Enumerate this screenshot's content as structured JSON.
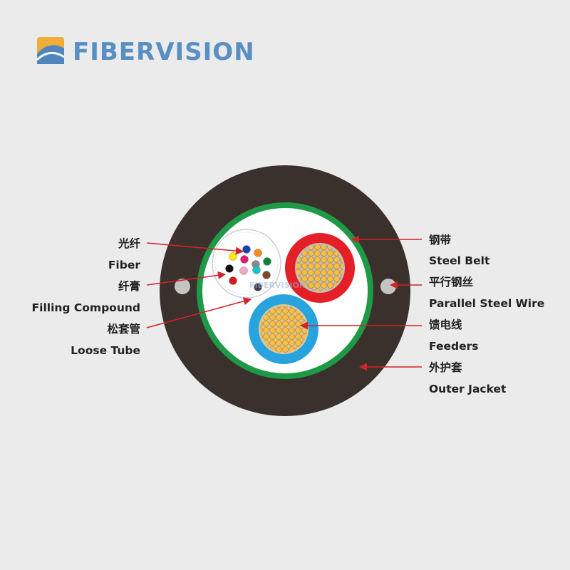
{
  "brand": {
    "name": "FIBERVISION",
    "colors": {
      "logo_gold": "#f0ad3a",
      "logo_blue": "#4f86bd",
      "text_blue": "#5a8fc3"
    }
  },
  "watermark": "FIBERVISION",
  "colors": {
    "outer_jacket": "#3a302c",
    "steel_belt": "#1e9a46",
    "inner_fill": "#ffffff",
    "parallel_wire": "#c4c4c4",
    "red_feeder": "#e41f26",
    "blue_feeder": "#29a3dd",
    "conductor": "#f2b13a",
    "arrow": "#d1232a"
  },
  "fiber_colors": [
    "#1f3fb5",
    "#f28a1e",
    "#ffea00",
    "#e21c70",
    "#12823a",
    "#8a8a8a",
    "#111111",
    "#f5a8c4",
    "#19c4c7",
    "#7a4a2a",
    "#d41a1a",
    "#3b4250"
  ],
  "labels": {
    "fiber_zh": "光纤",
    "fiber_en": "Fiber",
    "filling_zh": "纤膏",
    "filling_en": "Filling Compound",
    "loose_tube_zh": "松套管",
    "loose_tube_en": "Loose Tube",
    "steel_belt_zh": "钢带",
    "steel_belt_en": "Steel Belt",
    "steel_wire_zh": "平行钢丝",
    "steel_wire_en": "Parallel Steel Wire",
    "feeders_zh": "馈电线",
    "feeders_en": "Feeders",
    "jacket_zh": "外护套",
    "jacket_en": "Outer Jacket"
  }
}
